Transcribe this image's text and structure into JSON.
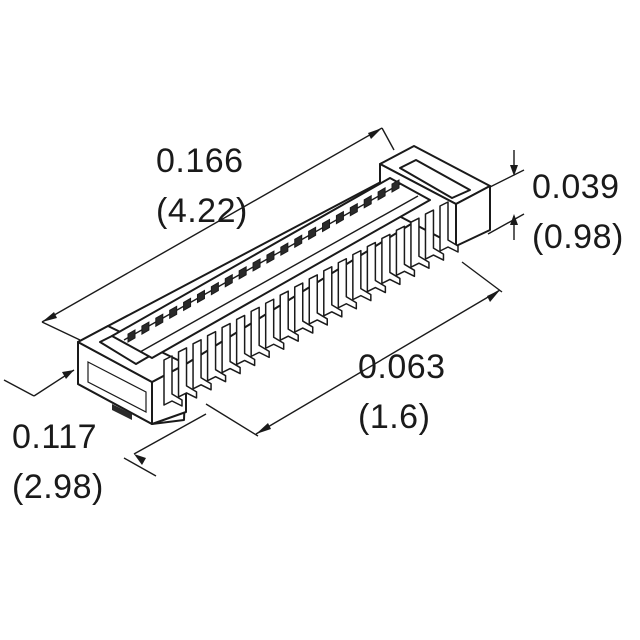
{
  "dimensions": {
    "length": {
      "inch": "0.166",
      "mm": "(4.22)"
    },
    "height": {
      "inch": "0.039",
      "mm": "(0.98)"
    },
    "pitch_row": {
      "inch": "0.063",
      "mm": "(1.6)"
    },
    "width": {
      "inch": "0.117",
      "mm": "(2.98)"
    }
  },
  "colors": {
    "line": "#1a1a1a",
    "fill": "#ffffff",
    "dark": "#2a2a2a"
  }
}
